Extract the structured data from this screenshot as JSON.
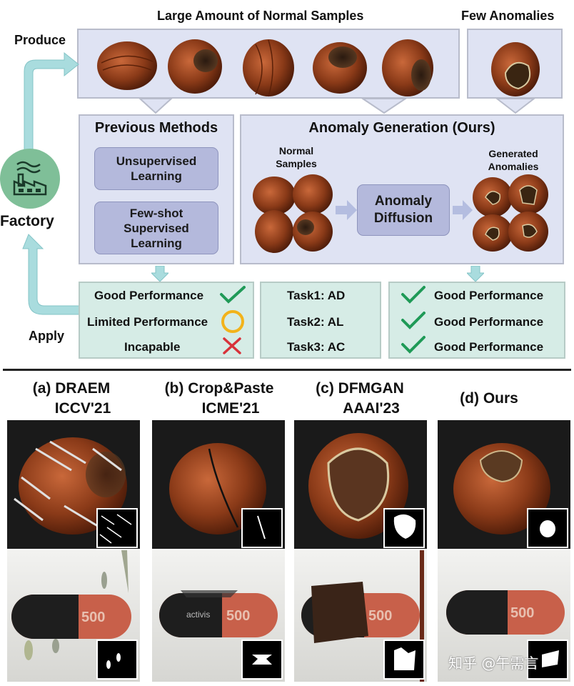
{
  "header": {
    "normal_title": "Large Amount of Normal Samples",
    "few_title": "Few Anomalies",
    "produce_label": "Produce",
    "apply_label": "Apply",
    "factory_label": "Factory"
  },
  "previous_methods": {
    "title": "Previous Methods",
    "box1": "Unsupervised\nLearning",
    "box2": "Few-shot\nSupervised\nLearning"
  },
  "ours": {
    "title": "Anomaly Generation (Ours)",
    "normal_label": "Normal\nSamples",
    "diffusion_label": "Anomaly\nDiffusion",
    "generated_label": "Generated\nAnomalies"
  },
  "results_prev": {
    "rows": [
      {
        "text": "Good Performance",
        "icon": "check-icon"
      },
      {
        "text": "Limited Performance",
        "icon": "circle-icon"
      },
      {
        "text": "Incapable",
        "icon": "cross-icon"
      }
    ]
  },
  "tasks": {
    "rows": [
      "Task1: AD",
      "Task2: AL",
      "Task3: AC"
    ]
  },
  "results_ours": {
    "rows": [
      "Good Performance",
      "Good Performance",
      "Good Performance"
    ]
  },
  "comparison": {
    "columns": [
      {
        "tag": "(a)",
        "name": "DRAEM",
        "venue": "ICCV'21"
      },
      {
        "tag": "(b)",
        "name": "Crop&Paste",
        "venue": "ICME'21"
      },
      {
        "tag": "(c)",
        "name": "DFMGAN",
        "venue": "AAAI'23"
      },
      {
        "tag": "(d)",
        "name": "Ours",
        "venue": ""
      }
    ],
    "capsule_text": "500",
    "capsule_brand": "activis"
  },
  "watermark": "知乎 @午需言",
  "colors": {
    "panel_blue": "#dfe3f3",
    "panel_green": "#d6ece6",
    "box_purple": "#b4b9dc",
    "arrow_teal": "#a9dcde",
    "check_green": "#1f9a57",
    "circle_orange": "#f2b31b",
    "cross_red": "#d8323a",
    "factory_green": "#7fbf98"
  }
}
